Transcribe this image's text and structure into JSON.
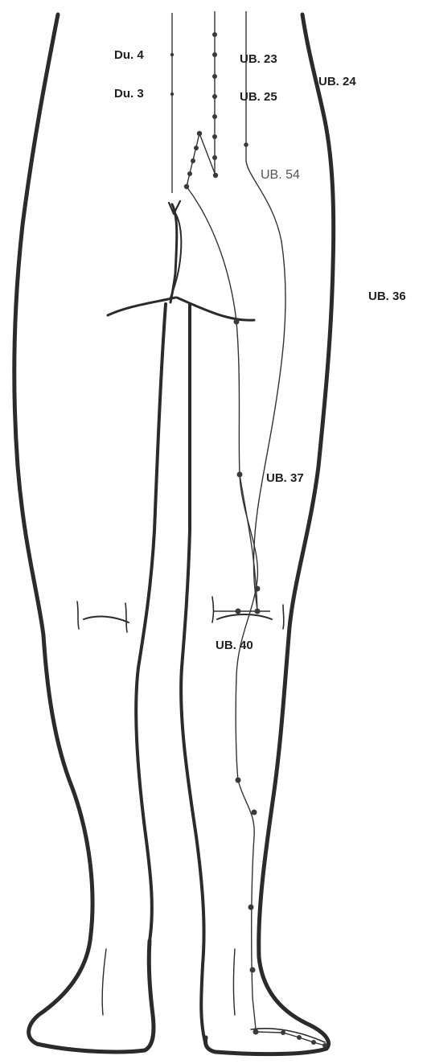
{
  "labels": {
    "du4": "Du. 4",
    "du3": "Du. 3",
    "ub23": "UB. 23",
    "ub24": "UB. 24",
    "ub25": "UB. 25",
    "ub54": "UB. 54",
    "ub36": "UB. 36",
    "ub37": "UB. 37",
    "ub40": "UB. 40"
  },
  "colors": {
    "outline": "#2b2b2b",
    "meridian": "#333333",
    "point": "#3a3a3a",
    "label": "#1f1f1f",
    "label_light": "#555555"
  }
}
